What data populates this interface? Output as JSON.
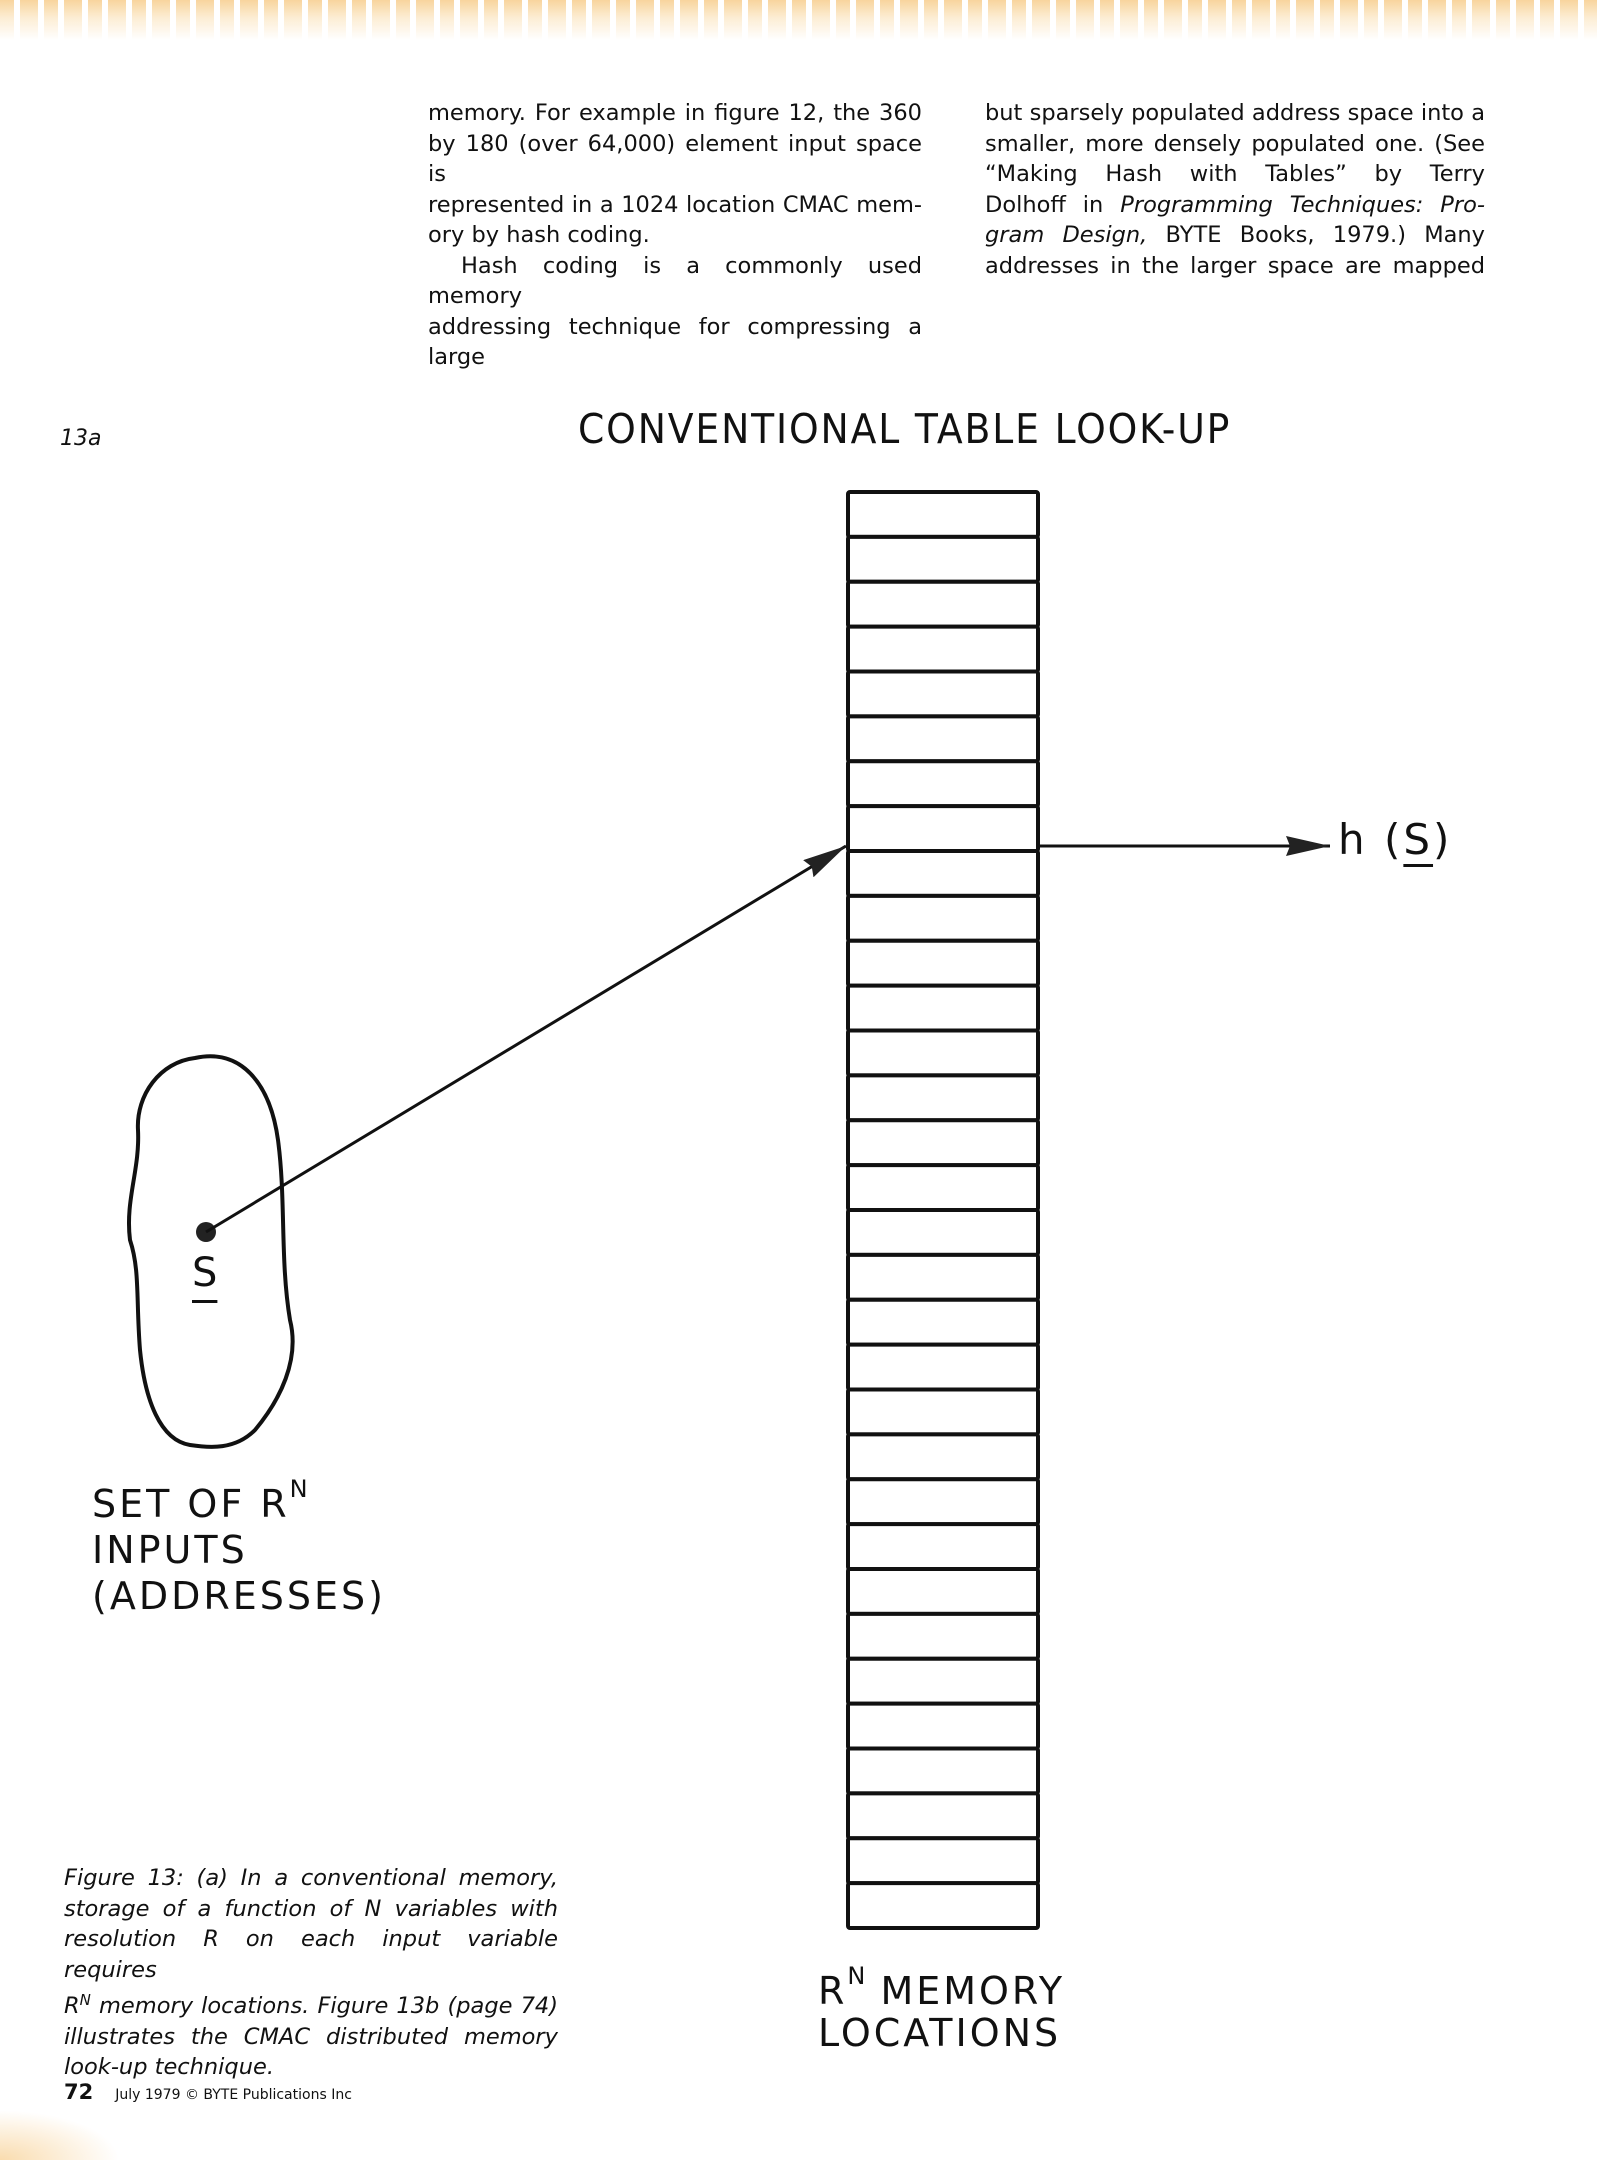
{
  "page": {
    "column_left": {
      "lines": [
        "memory. For example in figure 12, the 360",
        "by 180 (over 64,000) element input space is",
        "represented in a 1024 location CMAC mem-",
        "ory by hash coding.",
        "Hash coding is a commonly used memory",
        "addressing technique for compressing a large"
      ]
    },
    "column_right": {
      "line1": "but sparsely populated address space into a",
      "line2": "smaller, more densely populated one. (See",
      "line3": "“Making Hash with Tables” by Terry",
      "line4_pre": "Dolhoff in ",
      "line4_em": "Programming Techniques: Pro-",
      "line5_em": "gram Design,",
      "line5_post": " BYTE Books, 1979.) Many",
      "line6": "addresses in the larger space are mapped"
    },
    "figure": {
      "label": "13a",
      "title": "CONVENTIONAL TABLE LOOK-UP",
      "memory_cell_count": 32,
      "highlighted_cell_index": 7,
      "output_label_pre": "h (",
      "output_label_var": "S",
      "output_label_post": ")",
      "point_label": "S",
      "input_set_label": {
        "line1": "SET OF R",
        "line1_sup": "N",
        "line2": "INPUTS",
        "line3": "(ADDRESSES)"
      },
      "memory_label": {
        "line1_pre": "R",
        "line1_sup": "N",
        "line1_post": " MEMORY",
        "line2": "LOCATIONS"
      }
    },
    "caption": {
      "line1": "Figure 13: (a) In a conventional memory,",
      "line2": "storage of a function of N variables with",
      "line3": "resolution R on each input variable requires",
      "line4_pre": "R",
      "line4_sup": "N",
      "line4_post": " memory locations. Figure 13b (page 74)",
      "line5": "illustrates the CMAC distributed memory",
      "line6": "look-up technique."
    },
    "footer": {
      "page_number": "72",
      "text": "July 1979 © BYTE Publications Inc"
    }
  }
}
